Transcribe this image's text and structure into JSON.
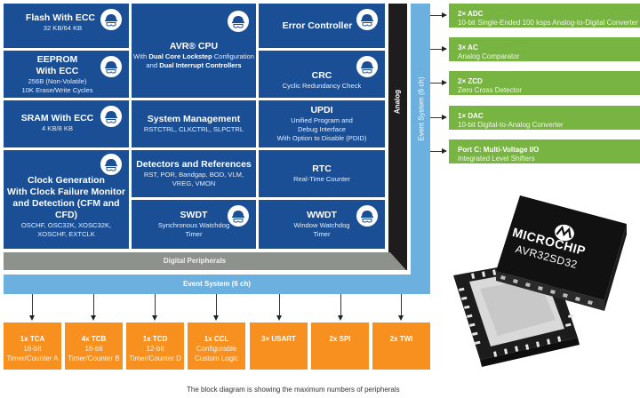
{
  "core_blocks": {
    "flash": {
      "title": "Flash With ECC",
      "sub": "32 KB/64 KB",
      "icon": "safety-helmet-icon"
    },
    "eeprom": {
      "title1": "EEPROM",
      "title2": "With ECC",
      "sub1": "256B (Non-Volatile)",
      "sub2": "10K Erase/Write Cycles",
      "icon": "safety-helmet-icon"
    },
    "sram": {
      "title": "SRAM With ECC",
      "sub": "4 KB/8 KB",
      "icon": "safety-helmet-icon"
    },
    "clock": {
      "title1": "Clock Generation",
      "title2": "With Clock Failure Monitor",
      "title3": "and Detection (CFM and CFD)",
      "sub1": "OSCHF, OSC32K, XOSC32K,",
      "sub2": "XOSCHF, EXTCLK",
      "icon": "safety-helmet-icon"
    },
    "cpu": {
      "title": "AVR® CPU",
      "sub_pre": "With ",
      "sub_bold1": "Dual Core Lockstep",
      "sub_mid": " Configuration",
      "sub_and": "and ",
      "sub_bold2": "Dual Interrupt Controllers",
      "icon": "safety-helmet-icon"
    },
    "sysman": {
      "title": "System Management",
      "sub": "RSTCTRL, CLKCTRL, SLPCTRL"
    },
    "detectors": {
      "title": "Detectors and References",
      "sub1": "RST, POR, Bandgap, BOD, VLM,",
      "sub2": "VREG, VMON"
    },
    "swdt": {
      "title": "SWDT",
      "sub1": "Synchronous Watchdog",
      "sub2": "Timer",
      "icon": "safety-helmet-icon"
    },
    "error": {
      "title": "Error Controller",
      "icon": "safety-helmet-icon"
    },
    "crc": {
      "title": "CRC",
      "sub": "Cyclic Redundancy Check",
      "icon": "safety-helmet-icon"
    },
    "updi": {
      "title": "UPDI",
      "sub1": "Unified Program and",
      "sub2": "Debug Interface",
      "sub3": "With Option to Disable (PDID)"
    },
    "rtc": {
      "title": "RTC",
      "sub": "Real-Time Counter"
    },
    "wwdt": {
      "title": "WWDT",
      "sub1": "Window Watchdog",
      "sub2": "Timer",
      "icon": "safety-helmet-icon"
    }
  },
  "buses": {
    "digital_peripherals": "Digital Peripherals",
    "analog": "Analog",
    "event_system_horizontal": "Event System (6 ch)",
    "event_system_vertical": "Event System (6 ch)"
  },
  "analog_peripherals": [
    {
      "title": "2× ADC",
      "sub": "10-bit Single-Ended 100 ksps Analog-to-Digital Converter"
    },
    {
      "title": "3× AC",
      "sub": "Analog Comparator"
    },
    {
      "title": "2× ZCD",
      "sub": "Zero Cross Detector"
    },
    {
      "title": "1× DAC",
      "sub": "10-bit Digital-to-Analog Converter"
    },
    {
      "title": "Port C:  Multi-Voltage I/O",
      "sub": "Integrated Level Shifters"
    }
  ],
  "digital_peripherals": [
    {
      "title": "1x TCA",
      "sub1": "16-bit",
      "sub2": "Timer/Counter A"
    },
    {
      "title": "4x TCB",
      "sub1": "16-bit",
      "sub2": "Timer/Counter B"
    },
    {
      "title": "1x TCD",
      "sub1": "12-bit",
      "sub2": "Timer/Counter D"
    },
    {
      "title": "1x CCL",
      "sub1": "Configurable",
      "sub2": "Custom Logic"
    },
    {
      "title": "3× USART",
      "sub1": "",
      "sub2": ""
    },
    {
      "title": "2x SPI",
      "sub1": "",
      "sub2": ""
    },
    {
      "title": "2x TWI",
      "sub1": "",
      "sub2": ""
    }
  ],
  "chip": {
    "brand": "MICROCHIP",
    "part": "AVR32SD32"
  },
  "caption": "The block diagram is showing the maximum numbers of peripherals",
  "colors": {
    "core_blue": "#1b4f95",
    "analog_green": "#78b441",
    "digital_orange": "#f7901e",
    "event_light_blue": "#6cb0e0",
    "digital_grey": "#8e928c",
    "analog_black": "#1e1c1c"
  }
}
